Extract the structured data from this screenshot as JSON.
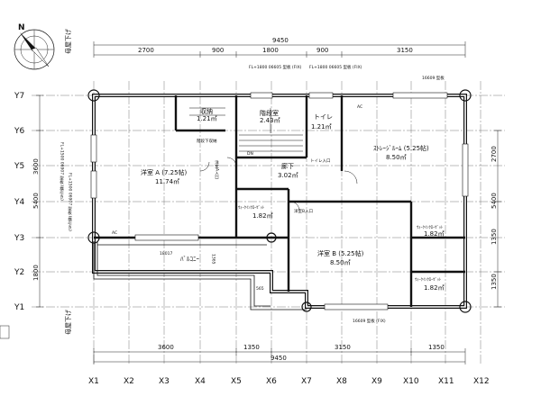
{
  "compass": {
    "north": "N"
  },
  "axes": {
    "x": [
      "X1",
      "X2",
      "X3",
      "X4",
      "X5",
      "X6",
      "X7",
      "X8",
      "X9",
      "X10",
      "X11",
      "X12"
    ],
    "y": [
      "Y7",
      "Y6",
      "Y5",
      "Y4",
      "Y3",
      "Y2",
      "Y1"
    ]
  },
  "dimensions": {
    "top_total": "9450",
    "top": [
      "2700",
      "900",
      "1800",
      "900",
      "3150"
    ],
    "bottom_total": "9450",
    "bottom": [
      "3600",
      "1350",
      "3150",
      "1350"
    ],
    "left": [
      "3600",
      "5400",
      "1800"
    ],
    "right": [
      "2700",
      "5400",
      "1350",
      "1350"
    ],
    "misc": [
      "565",
      "1365"
    ]
  },
  "rooms": {
    "yoshitsu_a": {
      "name": "洋室 A (7.25帖)",
      "area": "11.74㎡"
    },
    "yoshitsu_b": {
      "name": "洋室 B (5.25帖)",
      "area": "8.50㎡"
    },
    "storage_room": {
      "name": "ｽﾄﾚｰｼﾞﾙｰﾑ (5.25帖)",
      "area": "8.50㎡"
    },
    "hall": {
      "name": "廊下",
      "area": "3.02㎡"
    },
    "stair": {
      "name": "階段室",
      "area": "2.43㎡"
    },
    "toilet": {
      "name": "トイレ",
      "area": "1.21㎡"
    },
    "closet": {
      "name": "収納",
      "area": "1.21㎡"
    },
    "wic1": {
      "name": "ｳｫｰｸｲﾝｸﾛｰｾﾞｯﾄ",
      "area": "1.82㎡"
    },
    "wic2": {
      "name": "ｳｫｰｸｲﾝｸﾛｰｾﾞｯﾄ",
      "area": "1.82㎡"
    },
    "wic3": {
      "name": "ｳｫｰｸｲﾝｸﾛｰｾﾞｯﾄ",
      "area": "1.82㎡"
    },
    "balcony": {
      "name": "ﾊﾞﾙｺﾆｰ"
    }
  },
  "labels": {
    "ac1": "AC",
    "ac2": "AC",
    "western_entrance": "洋室A入口",
    "toilet_entrance": "トイレ入口",
    "western_b_entrance": "洋室B入口",
    "under_storage": "階段下収納",
    "down": "DN",
    "lower_eave_top": "母屋下げ",
    "lower_eave_bottom": "母屋下げ"
  },
  "windows": {
    "w_top1": "FL+1800 06605 型板 (FIX)",
    "w_top2": "FL+1800 06605 型板 (FIX)",
    "w_top3": "16609 型板",
    "w_left": "FL+1500 06907 型板 (横引き)",
    "w_left2": "FL+1500 06907 型板 (横引き)",
    "w_bottom": "16609 型板 (FIX)",
    "w_balc": "18017"
  }
}
